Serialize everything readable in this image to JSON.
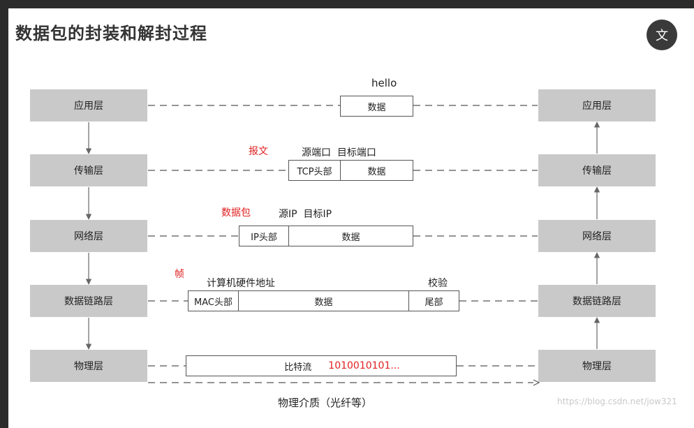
{
  "title": "数据包的封装和解封过程",
  "translate_icon": "文",
  "layers_left": [
    "应用层",
    "传输层",
    "网络层",
    "数据链路层",
    "物理层"
  ],
  "layers_right": [
    "应用层",
    "传输层",
    "网络层",
    "数据链路层",
    "物理层"
  ],
  "app": {
    "top_label": "hello",
    "data": "数据"
  },
  "transport": {
    "unit": "报文",
    "ports": "源端口  目标端口",
    "header": "TCP头部",
    "data": "数据"
  },
  "network": {
    "unit": "数据包",
    "ips": "源IP  目标IP",
    "header": "IP头部",
    "data": "数据"
  },
  "datalink": {
    "unit": "帧",
    "hw": "计算机硬件地址",
    "check": "校验",
    "header": "MAC头部",
    "data": "数据",
    "trailer": "尾部"
  },
  "physical": {
    "bits_label": "比特流",
    "bits": "1010010101...",
    "medium": "物理介质（光纤等）"
  },
  "watermark": "https://blog.csdn.net/jow321"
}
